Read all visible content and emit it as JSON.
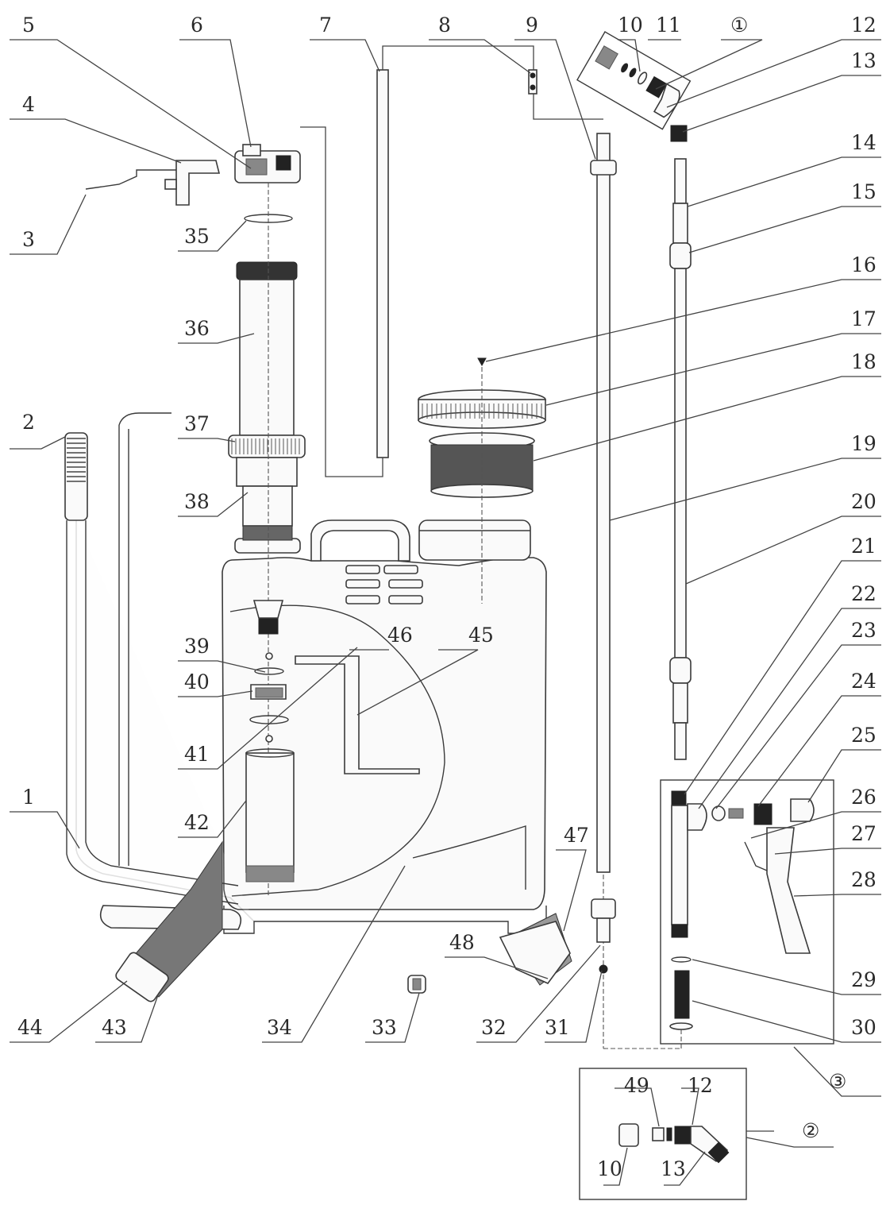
{
  "labels": {
    "l1": "1",
    "l2": "2",
    "l3": "3",
    "l4": "4",
    "l5": "5",
    "l6": "6",
    "l7": "7",
    "l8": "8",
    "l9": "9",
    "l10": "10",
    "l11": "11",
    "lc1": "①",
    "l12": "12",
    "l13": "13",
    "l14": "14",
    "l15": "15",
    "l16": "16",
    "l17": "17",
    "l18": "18",
    "l19": "19",
    "l20": "20",
    "l21": "21",
    "l22": "22",
    "l23": "23",
    "l24": "24",
    "l25": "25",
    "l26": "26",
    "l27": "27",
    "l28": "28",
    "l29": "29",
    "l30": "30",
    "l31": "31",
    "l32": "32",
    "l33": "33",
    "l34": "34",
    "l35": "35",
    "l36": "36",
    "l37": "37",
    "l38": "38",
    "l39": "39",
    "l40": "40",
    "l41": "41",
    "l42": "42",
    "l43": "43",
    "l44": "44",
    "l45": "45",
    "l46": "46",
    "l47": "47",
    "l48": "48",
    "lc3": "③",
    "b49": "49",
    "b12": "12",
    "b10": "10",
    "b13": "13",
    "lc2": "②"
  }
}
